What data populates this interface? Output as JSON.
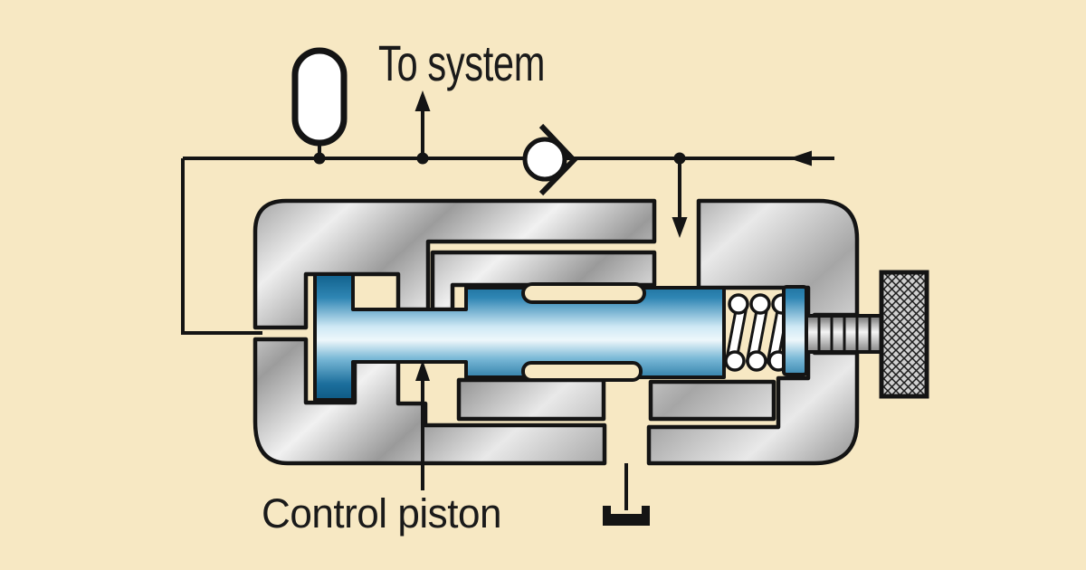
{
  "diagram": {
    "labels": {
      "to_system": "To system",
      "control_piston": "Control piston"
    },
    "colors": {
      "background": "#F7E8C3",
      "outline": "#141414",
      "symbol_fill": "#FFFFFF",
      "piston_blue_dark": "#0D5C87",
      "piston_blue_light": "#EEF7FB",
      "body_gray_light": "#F1F1F1",
      "body_gray_dark": "#9A9A9A",
      "knob_gray": "#D4D4D4"
    },
    "symbols": {
      "accumulator": "accumulator-symbol",
      "check_valve": "check-valve-symbol",
      "tank": "tank-drain-symbol",
      "to_system_arrow": "up-arrow",
      "inlet_arrow": "down-arrow",
      "return_arrow": "left-arrow",
      "label_pointer": "control-piston-pointer-arrow"
    }
  }
}
